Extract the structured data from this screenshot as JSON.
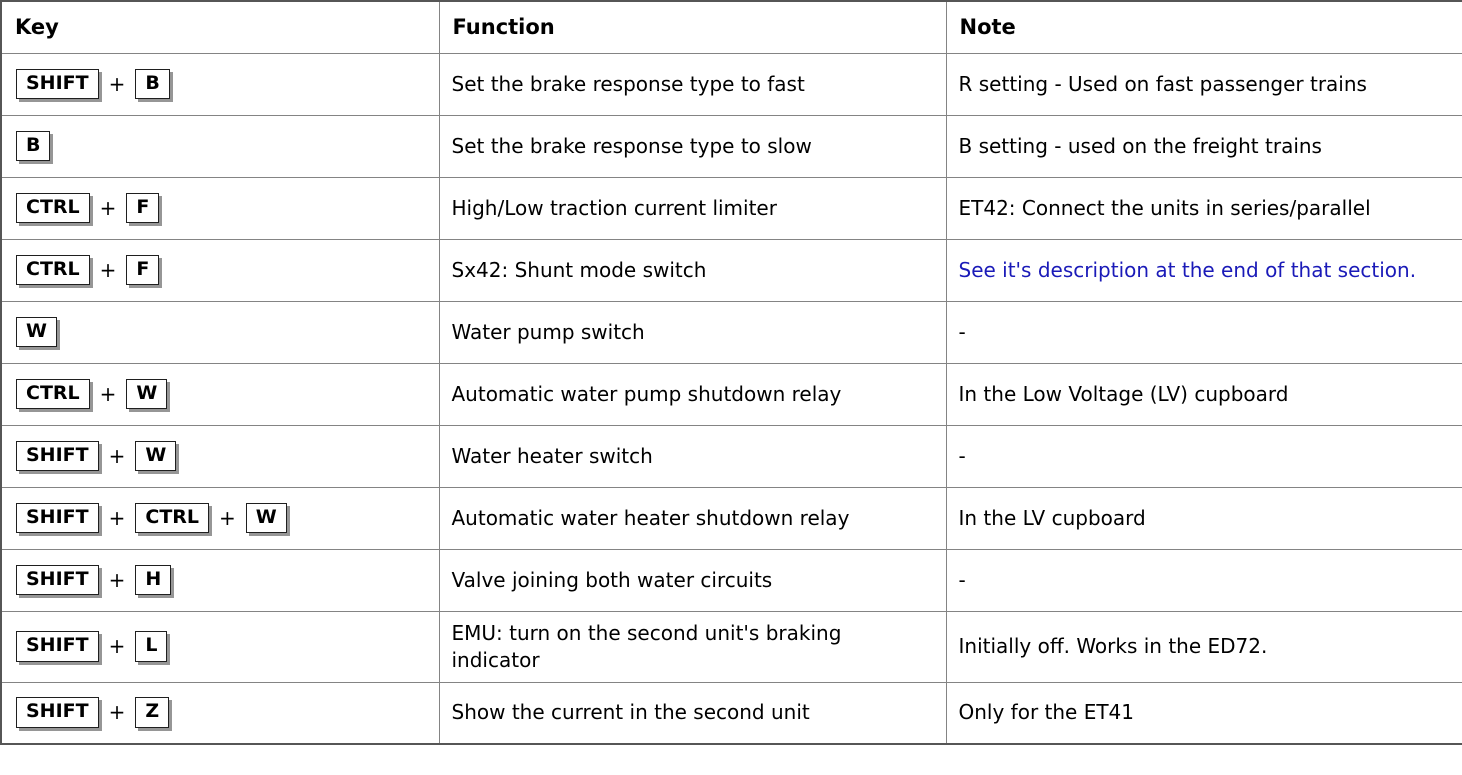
{
  "colors": {
    "link_blue": "#1a1ab8",
    "outer_border": "#565656",
    "inner_border": "#848484",
    "keycap_border": "#1f1f1f",
    "keycap_shadow": "#969696"
  },
  "table": {
    "plus_separator": "+",
    "headers": [
      "Key",
      "Function",
      "Note"
    ],
    "rows": [
      {
        "keys": [
          "SHIFT",
          "B"
        ],
        "function": "Set the brake response type to fast",
        "note": "R setting - Used on fast passenger trains",
        "note_is_link": false
      },
      {
        "keys": [
          "B"
        ],
        "function": "Set the brake response type to slow",
        "note": "B setting - used on the freight trains",
        "note_is_link": false
      },
      {
        "keys": [
          "CTRL",
          "F"
        ],
        "function": "High/Low traction current limiter",
        "note": "ET42: Connect the units in series/parallel",
        "note_is_link": false
      },
      {
        "keys": [
          "CTRL",
          "F"
        ],
        "function": "Sx42: Shunt mode switch",
        "note": "See it's description at the end of that section.",
        "note_is_link": true
      },
      {
        "keys": [
          "W"
        ],
        "function": "Water pump switch",
        "note": "-",
        "note_is_link": false
      },
      {
        "keys": [
          "CTRL",
          "W"
        ],
        "function": "Automatic water pump shutdown relay",
        "note": "In the Low Voltage (LV) cupboard",
        "note_is_link": false
      },
      {
        "keys": [
          "SHIFT",
          "W"
        ],
        "function": "Water heater switch",
        "note": "-",
        "note_is_link": false
      },
      {
        "keys": [
          "SHIFT",
          "CTRL",
          "W"
        ],
        "function": "Automatic water heater shutdown relay",
        "note": "In the LV cupboard",
        "note_is_link": false
      },
      {
        "keys": [
          "SHIFT",
          "H"
        ],
        "function": "Valve joining both water circuits",
        "note": "-",
        "note_is_link": false
      },
      {
        "keys": [
          "SHIFT",
          "L"
        ],
        "function": "EMU: turn on the second unit's braking indicator",
        "note": "Initially off. Works in the ED72.",
        "note_is_link": false
      },
      {
        "keys": [
          "SHIFT",
          "Z"
        ],
        "function": "Show the current in the second unit",
        "note": "Only for the ET41",
        "note_is_link": false
      }
    ]
  }
}
